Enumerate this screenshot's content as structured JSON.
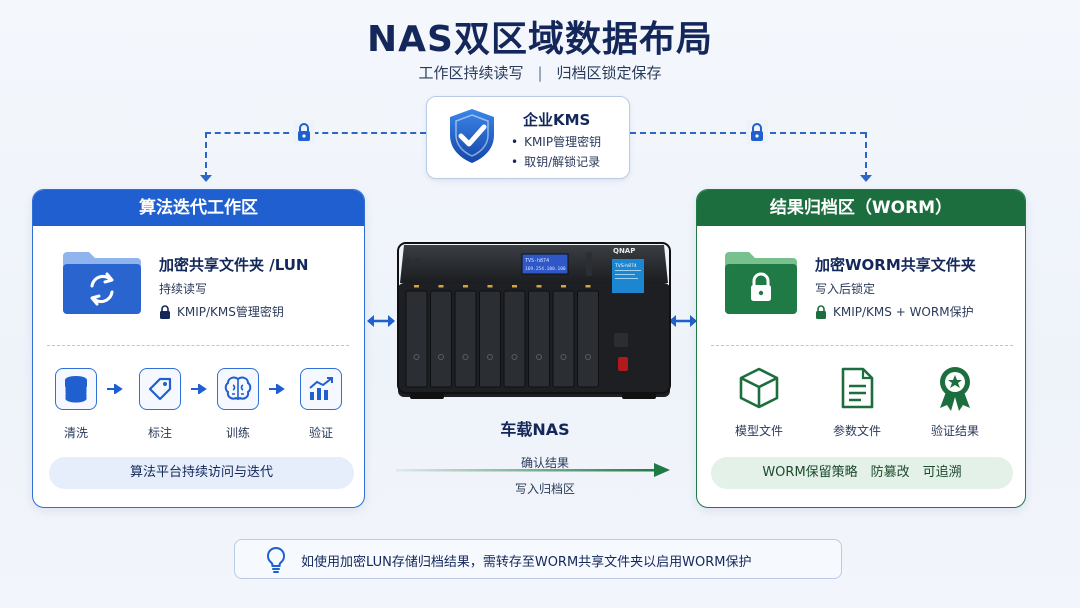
{
  "header": {
    "title": "NAS双区域数据布局",
    "subtitle_left": "工作区持续读写",
    "subtitle_sep": "|",
    "subtitle_right": "归档区锁定保存"
  },
  "kms": {
    "title": "企业KMS",
    "lines": [
      "KMIP管理密钥",
      "取钥/解锁记录"
    ],
    "icon": "shield-check-icon"
  },
  "work_zone": {
    "title": "算法迭代工作区",
    "folder_title": "加密共享文件夹 /LUN",
    "folder_sub": "持续读写",
    "folder_key": "KMIP/KMS管理密钥",
    "steps": [
      {
        "label": "清洗",
        "icon": "database-icon"
      },
      {
        "label": "标注",
        "icon": "tag-icon"
      },
      {
        "label": "训练",
        "icon": "brain-icon"
      },
      {
        "label": "验证",
        "icon": "chart-icon"
      }
    ],
    "pill": "算法平台持续访问与迭代"
  },
  "nas": {
    "label": "车载NAS",
    "brand": "QNAP",
    "model": "TVS-h874",
    "lcd_line1": "TVS-h874",
    "lcd_line2": "169.254.100.100",
    "flow_top": "确认结果",
    "flow_bottom": "写入归档区"
  },
  "archive_zone": {
    "title": "结果归档区（WORM）",
    "folder_title": "加密WORM共享文件夹",
    "folder_sub": "写入后锁定",
    "folder_key": "KMIP/KMS + WORM保护",
    "results": [
      {
        "label": "模型文件",
        "icon": "cube-icon"
      },
      {
        "label": "参数文件",
        "icon": "document-icon"
      },
      {
        "label": "验证结果",
        "icon": "award-icon"
      }
    ],
    "pill": "WORM保留策略　防篡改　可追溯"
  },
  "tip": {
    "text": "如使用加密LUN存储归档结果，需转存至WORM共享文件夹以启用WORM保护",
    "icon": "lightbulb-icon"
  },
  "colors": {
    "navy": "#13275a",
    "blue": "#1f5fcf",
    "green": "#1c6e3e"
  }
}
